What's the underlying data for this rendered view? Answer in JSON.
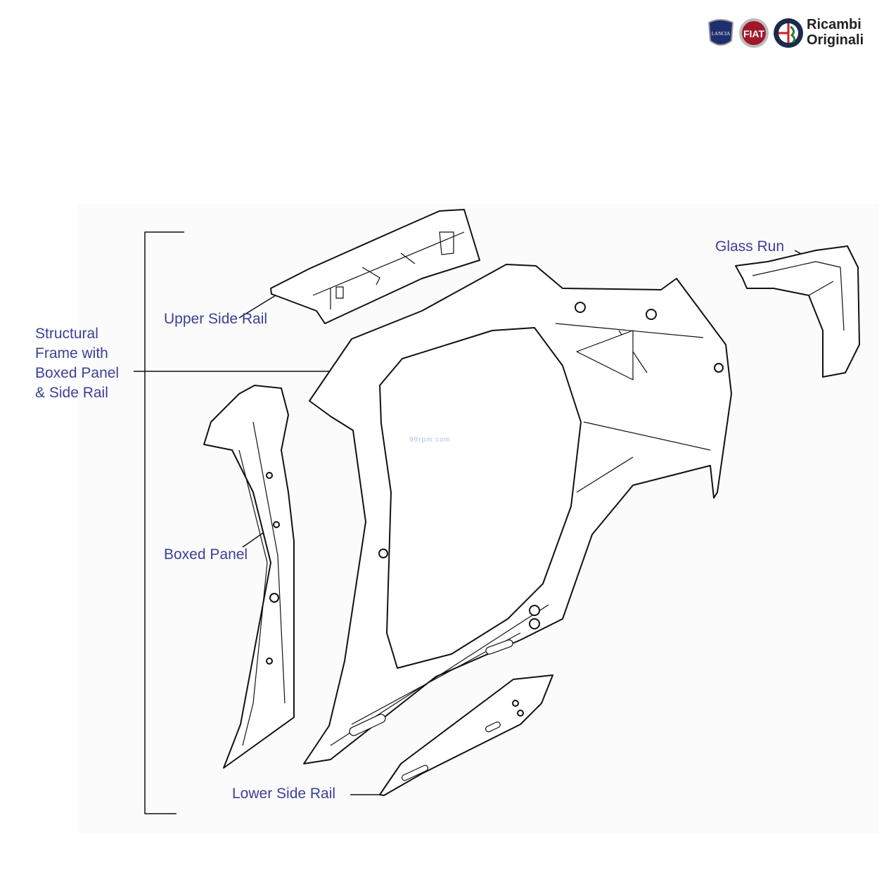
{
  "logo": {
    "text_line1": "Ricambi",
    "text_line2": "Originali",
    "badges": [
      "LANCIA",
      "FIAT",
      "ALFA ROMEO"
    ],
    "colors": {
      "lancia": "#1f2f6e",
      "fiat": "#a0182a",
      "alfa": "#1b4d2b"
    }
  },
  "watermark": "99rpm.com",
  "labels": {
    "structural_frame": [
      "Structural",
      "Frame with",
      "Boxed Panel",
      "& Side Rail"
    ],
    "upper_side_rail": "Upper Side Rail",
    "boxed_panel": "Boxed Panel",
    "glass_run": "Glass Run",
    "lower_side_rail": "Lower Side Rail"
  },
  "colors": {
    "label": "#3b3f98",
    "line": "#111111"
  }
}
